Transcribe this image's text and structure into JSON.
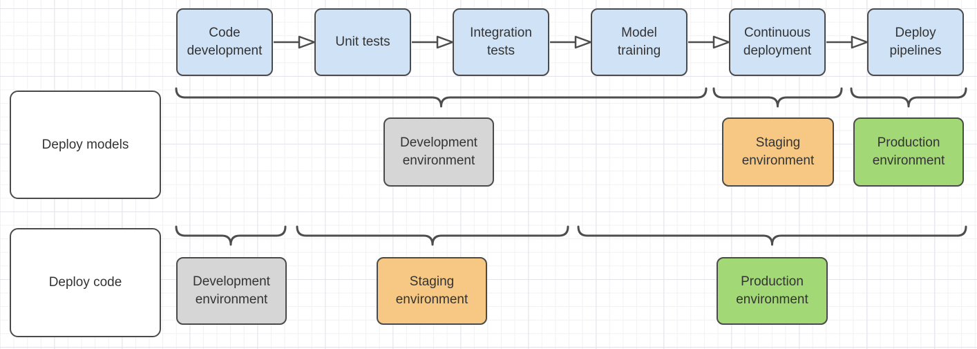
{
  "colors": {
    "grid_minor": "#f1f1f4",
    "grid_major": "#e3e3e9",
    "shape_border": "#4a4a4a",
    "connector": "#4d4d4d",
    "text": "#333333",
    "flow_fill": "#cfe2f6",
    "env_gray": "#d6d6d6",
    "env_orange": "#f6c883",
    "env_green": "#a2d876",
    "label_fill": "#ffffff"
  },
  "flow": {
    "steps": [
      {
        "label": "Code development"
      },
      {
        "label": "Unit tests"
      },
      {
        "label": "Integration tests"
      },
      {
        "label": "Model training"
      },
      {
        "label": "Continuous deployment"
      },
      {
        "label": "Deploy pipelines"
      }
    ]
  },
  "rows": [
    {
      "name": "Deploy models",
      "environments": [
        {
          "label": "Development environment",
          "tone": "gray"
        },
        {
          "label": "Staging environment",
          "tone": "orange"
        },
        {
          "label": "Production environment",
          "tone": "green"
        }
      ]
    },
    {
      "name": "Deploy code",
      "environments": [
        {
          "label": "Development environment",
          "tone": "gray"
        },
        {
          "label": "Staging environment",
          "tone": "orange"
        },
        {
          "label": "Production environment",
          "tone": "green"
        }
      ]
    }
  ]
}
